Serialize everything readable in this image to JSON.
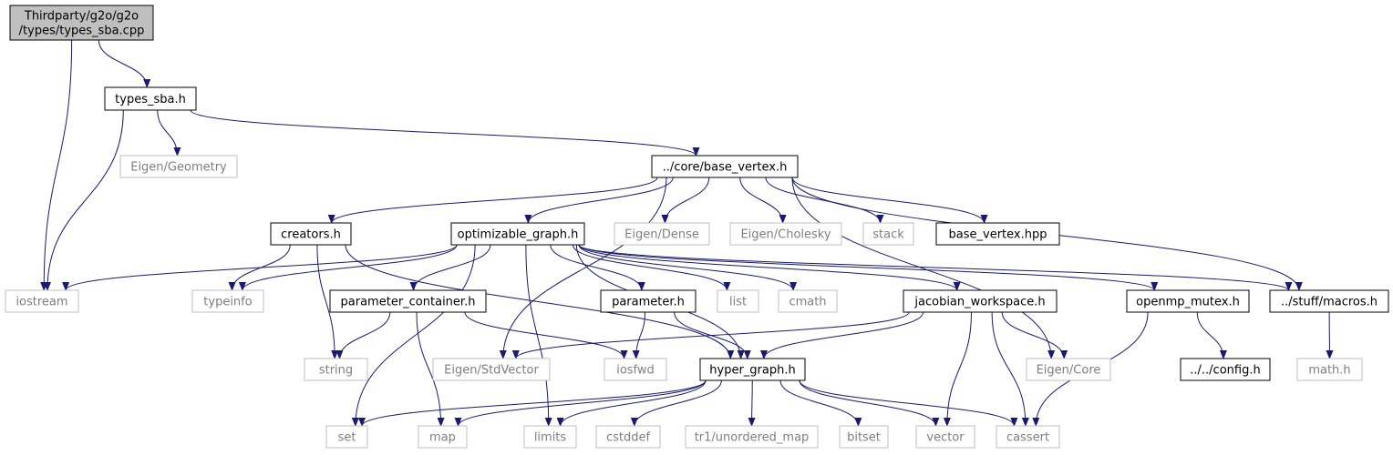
{
  "style": {
    "edge_color": "#191970",
    "solid_border": "#000000",
    "sys_border": "#bfbfbf",
    "sys_text": "#7f7f7f",
    "root_fill": "#bfbfbf",
    "text_color": "#000000"
  },
  "nodes": [
    {
      "id": "root",
      "lines": [
        "Thirdparty/g2o/g2o",
        "/types/types_sba.cpp"
      ],
      "kind": "root"
    },
    {
      "id": "types_sba_h",
      "lines": [
        "types_sba.h"
      ],
      "kind": "file"
    },
    {
      "id": "eigen_geometry",
      "lines": [
        "Eigen/Geometry"
      ],
      "kind": "system"
    },
    {
      "id": "base_vertex_h",
      "lines": [
        "../core/base_vertex.h"
      ],
      "kind": "file"
    },
    {
      "id": "creators_h",
      "lines": [
        "creators.h"
      ],
      "kind": "file"
    },
    {
      "id": "optimizable_graph_h",
      "lines": [
        "optimizable_graph.h"
      ],
      "kind": "file"
    },
    {
      "id": "eigen_dense",
      "lines": [
        "Eigen/Dense"
      ],
      "kind": "system"
    },
    {
      "id": "eigen_cholesky",
      "lines": [
        "Eigen/Cholesky"
      ],
      "kind": "system"
    },
    {
      "id": "stack",
      "lines": [
        "stack"
      ],
      "kind": "system"
    },
    {
      "id": "base_vertex_hpp",
      "lines": [
        "base_vertex.hpp"
      ],
      "kind": "file"
    },
    {
      "id": "iostream",
      "lines": [
        "iostream"
      ],
      "kind": "system"
    },
    {
      "id": "typeinfo",
      "lines": [
        "typeinfo"
      ],
      "kind": "system"
    },
    {
      "id": "parameter_container_h",
      "lines": [
        "parameter_container.h"
      ],
      "kind": "file"
    },
    {
      "id": "parameter_h",
      "lines": [
        "parameter.h"
      ],
      "kind": "file"
    },
    {
      "id": "list",
      "lines": [
        "list"
      ],
      "kind": "system"
    },
    {
      "id": "cmath",
      "lines": [
        "cmath"
      ],
      "kind": "system"
    },
    {
      "id": "jacobian_workspace_h",
      "lines": [
        "jacobian_workspace.h"
      ],
      "kind": "file"
    },
    {
      "id": "openmp_mutex_h",
      "lines": [
        "openmp_mutex.h"
      ],
      "kind": "file"
    },
    {
      "id": "macros_h",
      "lines": [
        "../stuff/macros.h"
      ],
      "kind": "file"
    },
    {
      "id": "string",
      "lines": [
        "string"
      ],
      "kind": "system"
    },
    {
      "id": "eigen_stdvector",
      "lines": [
        "Eigen/StdVector"
      ],
      "kind": "system"
    },
    {
      "id": "iosfwd",
      "lines": [
        "iosfwd"
      ],
      "kind": "system"
    },
    {
      "id": "hyper_graph_h",
      "lines": [
        "hyper_graph.h"
      ],
      "kind": "file"
    },
    {
      "id": "eigen_core",
      "lines": [
        "Eigen/Core"
      ],
      "kind": "system"
    },
    {
      "id": "config_h",
      "lines": [
        "../../config.h"
      ],
      "kind": "file"
    },
    {
      "id": "math_h",
      "lines": [
        "math.h"
      ],
      "kind": "system"
    },
    {
      "id": "set",
      "lines": [
        "set"
      ],
      "kind": "system"
    },
    {
      "id": "map",
      "lines": [
        "map"
      ],
      "kind": "system"
    },
    {
      "id": "limits",
      "lines": [
        "limits"
      ],
      "kind": "system"
    },
    {
      "id": "cstddef",
      "lines": [
        "cstddef"
      ],
      "kind": "system"
    },
    {
      "id": "tr1_unordered_map",
      "lines": [
        "tr1/unordered_map"
      ],
      "kind": "system"
    },
    {
      "id": "bitset",
      "lines": [
        "bitset"
      ],
      "kind": "system"
    },
    {
      "id": "vector",
      "lines": [
        "vector"
      ],
      "kind": "system"
    },
    {
      "id": "cassert",
      "lines": [
        "cassert"
      ],
      "kind": "system"
    }
  ],
  "edges": [
    [
      "root",
      "iostream"
    ],
    [
      "root",
      "types_sba_h"
    ],
    [
      "types_sba_h",
      "eigen_geometry"
    ],
    [
      "types_sba_h",
      "base_vertex_h"
    ],
    [
      "types_sba_h",
      "iostream"
    ],
    [
      "base_vertex_h",
      "creators_h"
    ],
    [
      "base_vertex_h",
      "optimizable_graph_h"
    ],
    [
      "base_vertex_h",
      "eigen_dense"
    ],
    [
      "base_vertex_h",
      "eigen_cholesky"
    ],
    [
      "base_vertex_h",
      "stack"
    ],
    [
      "base_vertex_h",
      "base_vertex_hpp"
    ],
    [
      "base_vertex_h",
      "macros_h"
    ],
    [
      "base_vertex_h",
      "eigen_core"
    ],
    [
      "base_vertex_h",
      "eigen_stdvector"
    ],
    [
      "creators_h",
      "typeinfo"
    ],
    [
      "creators_h",
      "string"
    ],
    [
      "creators_h",
      "hyper_graph_h"
    ],
    [
      "optimizable_graph_h",
      "iostream"
    ],
    [
      "optimizable_graph_h",
      "typeinfo"
    ],
    [
      "optimizable_graph_h",
      "parameter_container_h"
    ],
    [
      "optimizable_graph_h",
      "parameter_h"
    ],
    [
      "optimizable_graph_h",
      "list"
    ],
    [
      "optimizable_graph_h",
      "cmath"
    ],
    [
      "optimizable_graph_h",
      "jacobian_workspace_h"
    ],
    [
      "optimizable_graph_h",
      "openmp_mutex_h"
    ],
    [
      "optimizable_graph_h",
      "macros_h"
    ],
    [
      "optimizable_graph_h",
      "set"
    ],
    [
      "optimizable_graph_h",
      "limits"
    ],
    [
      "optimizable_graph_h",
      "hyper_graph_h"
    ],
    [
      "parameter_container_h",
      "string"
    ],
    [
      "parameter_container_h",
      "map"
    ],
    [
      "parameter_container_h",
      "iosfwd"
    ],
    [
      "parameter_h",
      "iosfwd"
    ],
    [
      "parameter_h",
      "hyper_graph_h"
    ],
    [
      "jacobian_workspace_h",
      "eigen_stdvector"
    ],
    [
      "jacobian_workspace_h",
      "hyper_graph_h"
    ],
    [
      "jacobian_workspace_h",
      "eigen_core"
    ],
    [
      "jacobian_workspace_h",
      "vector"
    ],
    [
      "jacobian_workspace_h",
      "cassert"
    ],
    [
      "openmp_mutex_h",
      "config_h"
    ],
    [
      "openmp_mutex_h",
      "cassert"
    ],
    [
      "macros_h",
      "math_h"
    ],
    [
      "hyper_graph_h",
      "set"
    ],
    [
      "hyper_graph_h",
      "map"
    ],
    [
      "hyper_graph_h",
      "limits"
    ],
    [
      "hyper_graph_h",
      "cstddef"
    ],
    [
      "hyper_graph_h",
      "tr1_unordered_map"
    ],
    [
      "hyper_graph_h",
      "bitset"
    ],
    [
      "hyper_graph_h",
      "vector"
    ],
    [
      "hyper_graph_h",
      "cassert"
    ]
  ]
}
